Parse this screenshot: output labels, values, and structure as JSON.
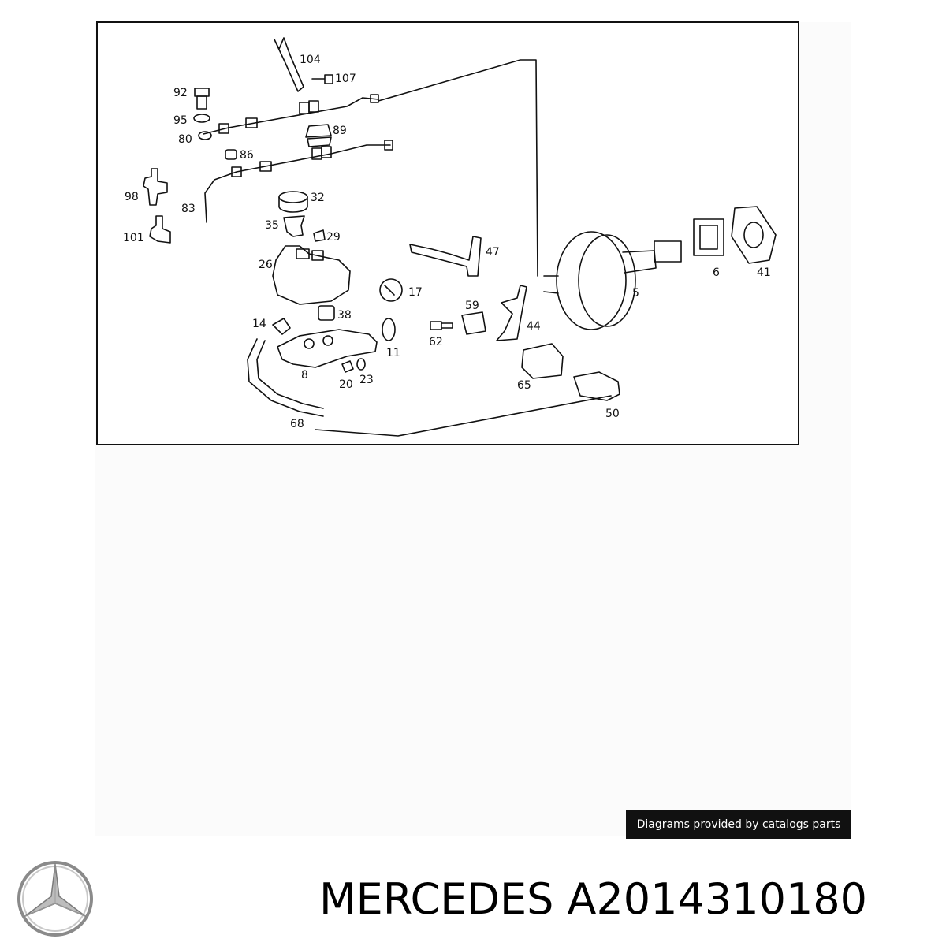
{
  "diagram": {
    "callouts": [
      {
        "id": "c104",
        "label": "104"
      },
      {
        "id": "c107",
        "label": "107"
      },
      {
        "id": "c92",
        "label": "92"
      },
      {
        "id": "c95",
        "label": "95"
      },
      {
        "id": "c80",
        "label": "80"
      },
      {
        "id": "c89",
        "label": "89"
      },
      {
        "id": "c86",
        "label": "86"
      },
      {
        "id": "c98",
        "label": "98"
      },
      {
        "id": "c83",
        "label": "83"
      },
      {
        "id": "c32",
        "label": "32"
      },
      {
        "id": "c35",
        "label": "35"
      },
      {
        "id": "c29",
        "label": "29"
      },
      {
        "id": "c101",
        "label": "101"
      },
      {
        "id": "c26",
        "label": "26"
      },
      {
        "id": "c47",
        "label": "47"
      },
      {
        "id": "c17",
        "label": "17"
      },
      {
        "id": "c38",
        "label": "38"
      },
      {
        "id": "c14",
        "label": "14"
      },
      {
        "id": "c59",
        "label": "59"
      },
      {
        "id": "c44",
        "label": "44"
      },
      {
        "id": "c62",
        "label": "62"
      },
      {
        "id": "c11",
        "label": "11"
      },
      {
        "id": "c8",
        "label": "8"
      },
      {
        "id": "c20",
        "label": "20"
      },
      {
        "id": "c23",
        "label": "23"
      },
      {
        "id": "c65",
        "label": "65"
      },
      {
        "id": "c50",
        "label": "50"
      },
      {
        "id": "c68",
        "label": "68"
      },
      {
        "id": "c6",
        "label": "6"
      },
      {
        "id": "c41",
        "label": "41"
      },
      {
        "id": "c5",
        "label": "5"
      }
    ]
  },
  "credit": "Diagrams provided by catalogs parts",
  "footer": {
    "title": "MERCEDES A2014310180",
    "logo_icon": "mercedes-star-icon"
  }
}
